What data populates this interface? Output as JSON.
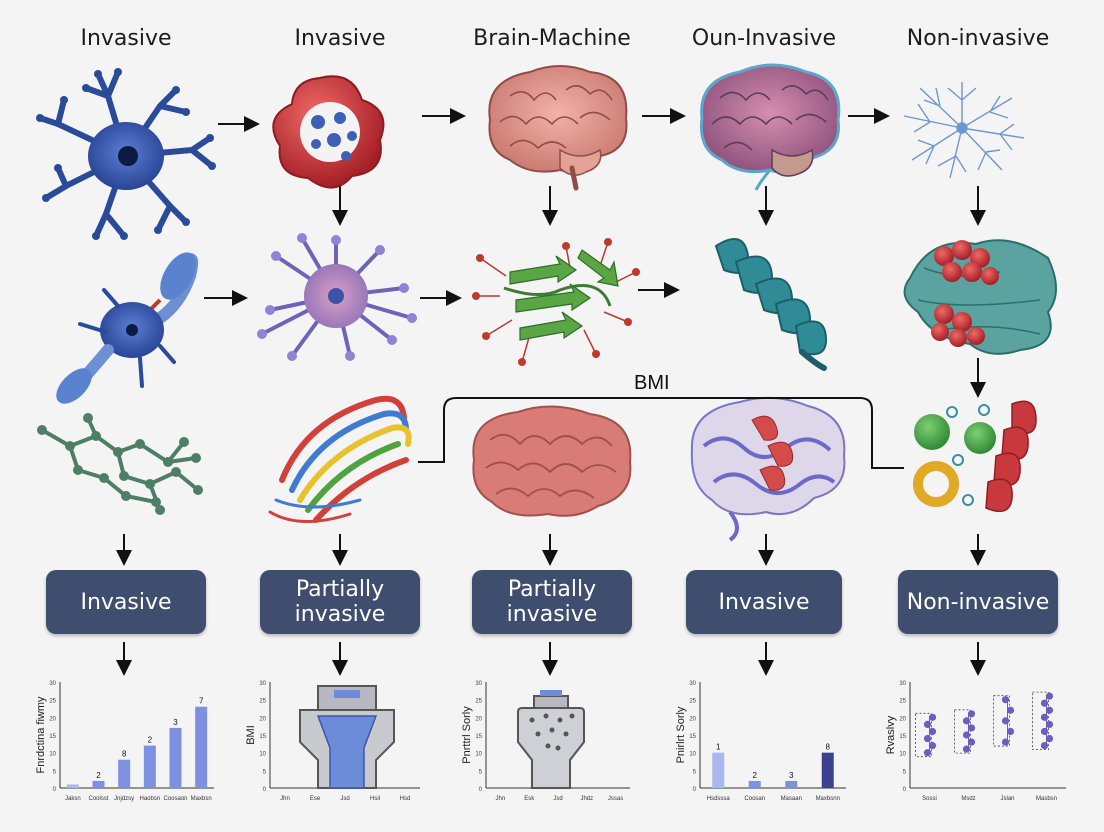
{
  "columns": [
    {
      "title": "Invasive",
      "category": "Invasive"
    },
    {
      "title": "Invasive",
      "category": "Partially invasive"
    },
    {
      "title": "Brain-Machine",
      "category": "Partially invasive"
    },
    {
      "title": "Oun-Invasive",
      "category": "Invasive"
    },
    {
      "title": "Non-invasive",
      "category": "Non-invasive"
    }
  ],
  "bmi_label": "BMI",
  "colors": {
    "box": "#3f4d6e",
    "neuron_blue": "#2f4fa0",
    "protein_red": "#c0393d",
    "helix_teal": "#2a7d86",
    "strand_green": "#4f9a3c",
    "chart_purple": "#6e5dc0"
  },
  "chart_data": [
    {
      "type": "bar",
      "ylabel": "Fnrdctina fiwmy",
      "categories": [
        "Jaksn",
        "Coolsst",
        "Jnjdzsy",
        "Haobsn",
        "Coosaon",
        "Maxbsn"
      ],
      "values": [
        1,
        2,
        8,
        12,
        17,
        23
      ],
      "data_labels": [
        "",
        "2",
        "8",
        "2",
        "3",
        "7"
      ],
      "ylim": [
        0,
        30
      ],
      "yticks": [
        "0",
        "5",
        "10",
        "15",
        "20",
        "25",
        "30"
      ]
    },
    {
      "type": "other",
      "ylabel": "BMI",
      "categories": [
        "Jhn",
        "Ese",
        "Jsd",
        "Hsil",
        "Hsd"
      ],
      "yticks": [
        "0",
        "5",
        "10",
        "15",
        "20",
        "25",
        "30"
      ]
    },
    {
      "type": "other",
      "ylabel": "Pnrttrl Sorly",
      "categories": [
        "Jhn",
        "Esk",
        "Jsd",
        "Jhdz",
        "Jssas"
      ],
      "yticks": [
        "0",
        "5",
        "10",
        "15",
        "20",
        "25",
        "30"
      ]
    },
    {
      "type": "bar",
      "ylabel": "Pnirlrt Sorly",
      "categories": [
        "Hsdsssa",
        "Coosan",
        "Masaan",
        "Maxbsnn"
      ],
      "values": [
        10,
        2,
        2,
        10
      ],
      "data_labels": [
        "1",
        "2",
        "3",
        "8"
      ],
      "ylim": [
        0,
        30
      ],
      "yticks": [
        "0",
        "5",
        "10",
        "15",
        "20",
        "25",
        "30"
      ]
    },
    {
      "type": "scatter",
      "ylabel": "Rvaslvy",
      "categories": [
        "Sossi",
        "Msdz",
        "Jslan",
        "Masbsn"
      ],
      "series": [
        {
          "name": "",
          "points": [
            [
              0,
              10
            ],
            [
              0,
              12
            ],
            [
              0,
              14
            ],
            [
              0,
              16
            ],
            [
              0,
              18
            ],
            [
              0,
              20
            ]
          ]
        },
        {
          "name": "",
          "points": [
            [
              1,
              11
            ],
            [
              1,
              13
            ],
            [
              1,
              15
            ],
            [
              1,
              17
            ],
            [
              1,
              19
            ],
            [
              1,
              21
            ]
          ]
        },
        {
          "name": "",
          "points": [
            [
              2,
              13
            ],
            [
              2,
              16
            ],
            [
              2,
              19
            ],
            [
              2,
              22
            ],
            [
              2,
              25
            ]
          ]
        },
        {
          "name": "",
          "points": [
            [
              3,
              12
            ],
            [
              3,
              14
            ],
            [
              3,
              16
            ],
            [
              3,
              18
            ],
            [
              3,
              20
            ],
            [
              3,
              22
            ],
            [
              3,
              24
            ],
            [
              3,
              26
            ]
          ]
        }
      ],
      "ylim": [
        0,
        30
      ],
      "yticks": [
        "0",
        "5",
        "10",
        "15",
        "20",
        "25",
        "30"
      ]
    }
  ]
}
